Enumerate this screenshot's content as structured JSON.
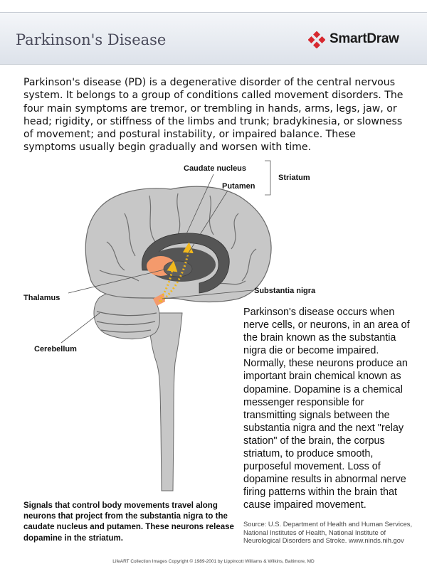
{
  "header": {
    "title": "Parkinson's Disease",
    "logo_text": "SmartDraw",
    "logo_icon": "diamond-cluster-icon",
    "accent_color": "#d7282f"
  },
  "intro": "Parkinson's disease (PD) is a degenerative disorder of the central nervous system.  It belongs to a group of conditions called movement disorders. The four main symptoms are tremor, or trembling in hands, arms, legs, jaw, or head; rigidity, or stiffness of the limbs and trunk; bradykinesia, or slowness of movement; and postural instability, or impaired balance. These symptoms usually begin gradually and worsen with time.",
  "diagram": {
    "labels": {
      "caudate": "Caudate nucleus",
      "putamen": "Putamen",
      "striatum": "Striatum",
      "thalamus": "Thalamus",
      "substantia": "Substantia nigra",
      "cerebellum": "Cerebellum"
    },
    "colors": {
      "brain": "#c7c7c7",
      "striatum": "#555555",
      "putamen": "#f49a6c",
      "signal": "#f2b81c"
    }
  },
  "body": "Parkinson's disease occurs when nerve cells, or neurons, in an area of the brain known as the substantia nigra die or become impaired. Normally, these neurons produce an important brain chemical known as dopamine. Dopamine is a chemical messenger responsible for transmitting signals between the substantia nigra and the next \"relay station\" of the brain, the corpus striatum, to produce smooth, purposeful movement. Loss of dopamine results in abnormal nerve firing patterns within the brain that cause impaired movement.",
  "signals": "Signals that control body movements travel along neurons that project from the substantia nigra to the caudate nucleus and putamen. These neurons release dopamine in the striatum.",
  "source": "Source: U.S. Department of Health and Human Services, National Institutes of Health, National Institute of Neurological Disorders and Stroke.  www.ninds.nih.gov",
  "copyright": "LifeART Collection Images Copyright © 1989-2001 by Lippincott Williams & Wilkins, Baltimore, MD"
}
